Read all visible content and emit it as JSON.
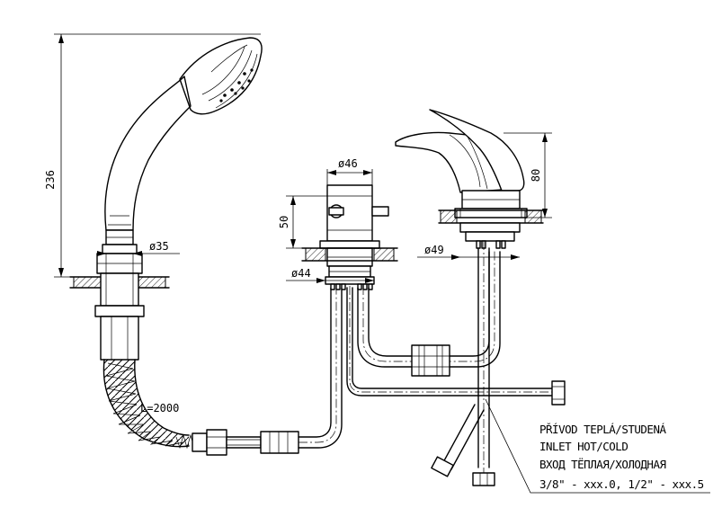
{
  "dimensions": {
    "showerhead_height": "236",
    "handle_diameter": "ø35",
    "diverter_diameter": "ø46",
    "diverter_height": "50",
    "diverter_base_diameter": "ø44",
    "mixer_base_diameter": "ø49",
    "lever_height": "80",
    "hose_length": "L=2000"
  },
  "inlet_note": {
    "line1": "PŘÍVOD TEPLÁ/STUDENÁ",
    "line2": "INLET HOT/COLD",
    "line3": "ВХОД ТЁПЛАЯ/ХОЛОДНАЯ",
    "line4": "3/8\" - xxx.0, 1/2\" - xxx.5"
  }
}
